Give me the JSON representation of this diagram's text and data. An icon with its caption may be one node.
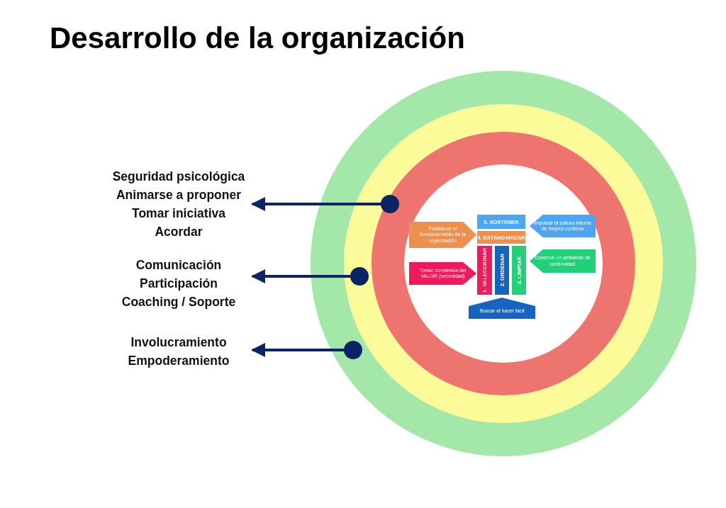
{
  "diagram": {
    "title": "Desarrollo de la organización",
    "nodes": [
      {
        "text": [],
        "shape": "circle"
      },
      {
        "text": [],
        "shape": "circle",
        "in": 0
      },
      {
        "text": [],
        "shape": "circle",
        "in": 1
      },
      {
        "text": [],
        "shape": "circle",
        "in": 2
      },
      {
        "text": [
          "Fortalecer el funcionamiento de la organización"
        ],
        "in": 3
      },
      {
        "text": [
          "5. SOSTENER"
        ],
        "in": 3
      },
      {
        "text": [
          "Impulsar la cultura interna de mejora continua"
        ],
        "in": 3
      },
      {
        "text": [
          "4. ESTANDARIZAR"
        ],
        "in": 3
      },
      {
        "text": [
          "Tomar conciencia del VALOR (necesidad)"
        ],
        "in": 3
      },
      {
        "text": [
          "1. SELECCIONAR"
        ],
        "in": 3
      },
      {
        "text": [
          "2. ORDENAR"
        ],
        "in": 3
      },
      {
        "text": [
          "3. LIMPIAR"
        ],
        "in": 3
      },
      {
        "text": [
          "Construir un ambiente de continuidad"
        ],
        "in": 3
      },
      {
        "text": [
          "Buscar el hacer fácil"
        ],
        "in": 3
      },
      {
        "text": [
          "Seguridad psicológica",
          "Animarse a proponer",
          "Tomar iniciativa",
          "Acordar"
        ]
      },
      {
        "text": [
          "Comunicación",
          "Participación",
          "Coaching / Soporte"
        ]
      },
      {
        "text": [
          "Involucramiento",
          "Empoderamiento"
        ]
      }
    ],
    "edges": [
      {
        "from": 2,
        "to": 14,
        "arrow": "to"
      },
      {
        "from": 1,
        "to": 15,
        "arrow": "to"
      },
      {
        "from": 0,
        "to": 16,
        "arrow": "to"
      }
    ]
  }
}
